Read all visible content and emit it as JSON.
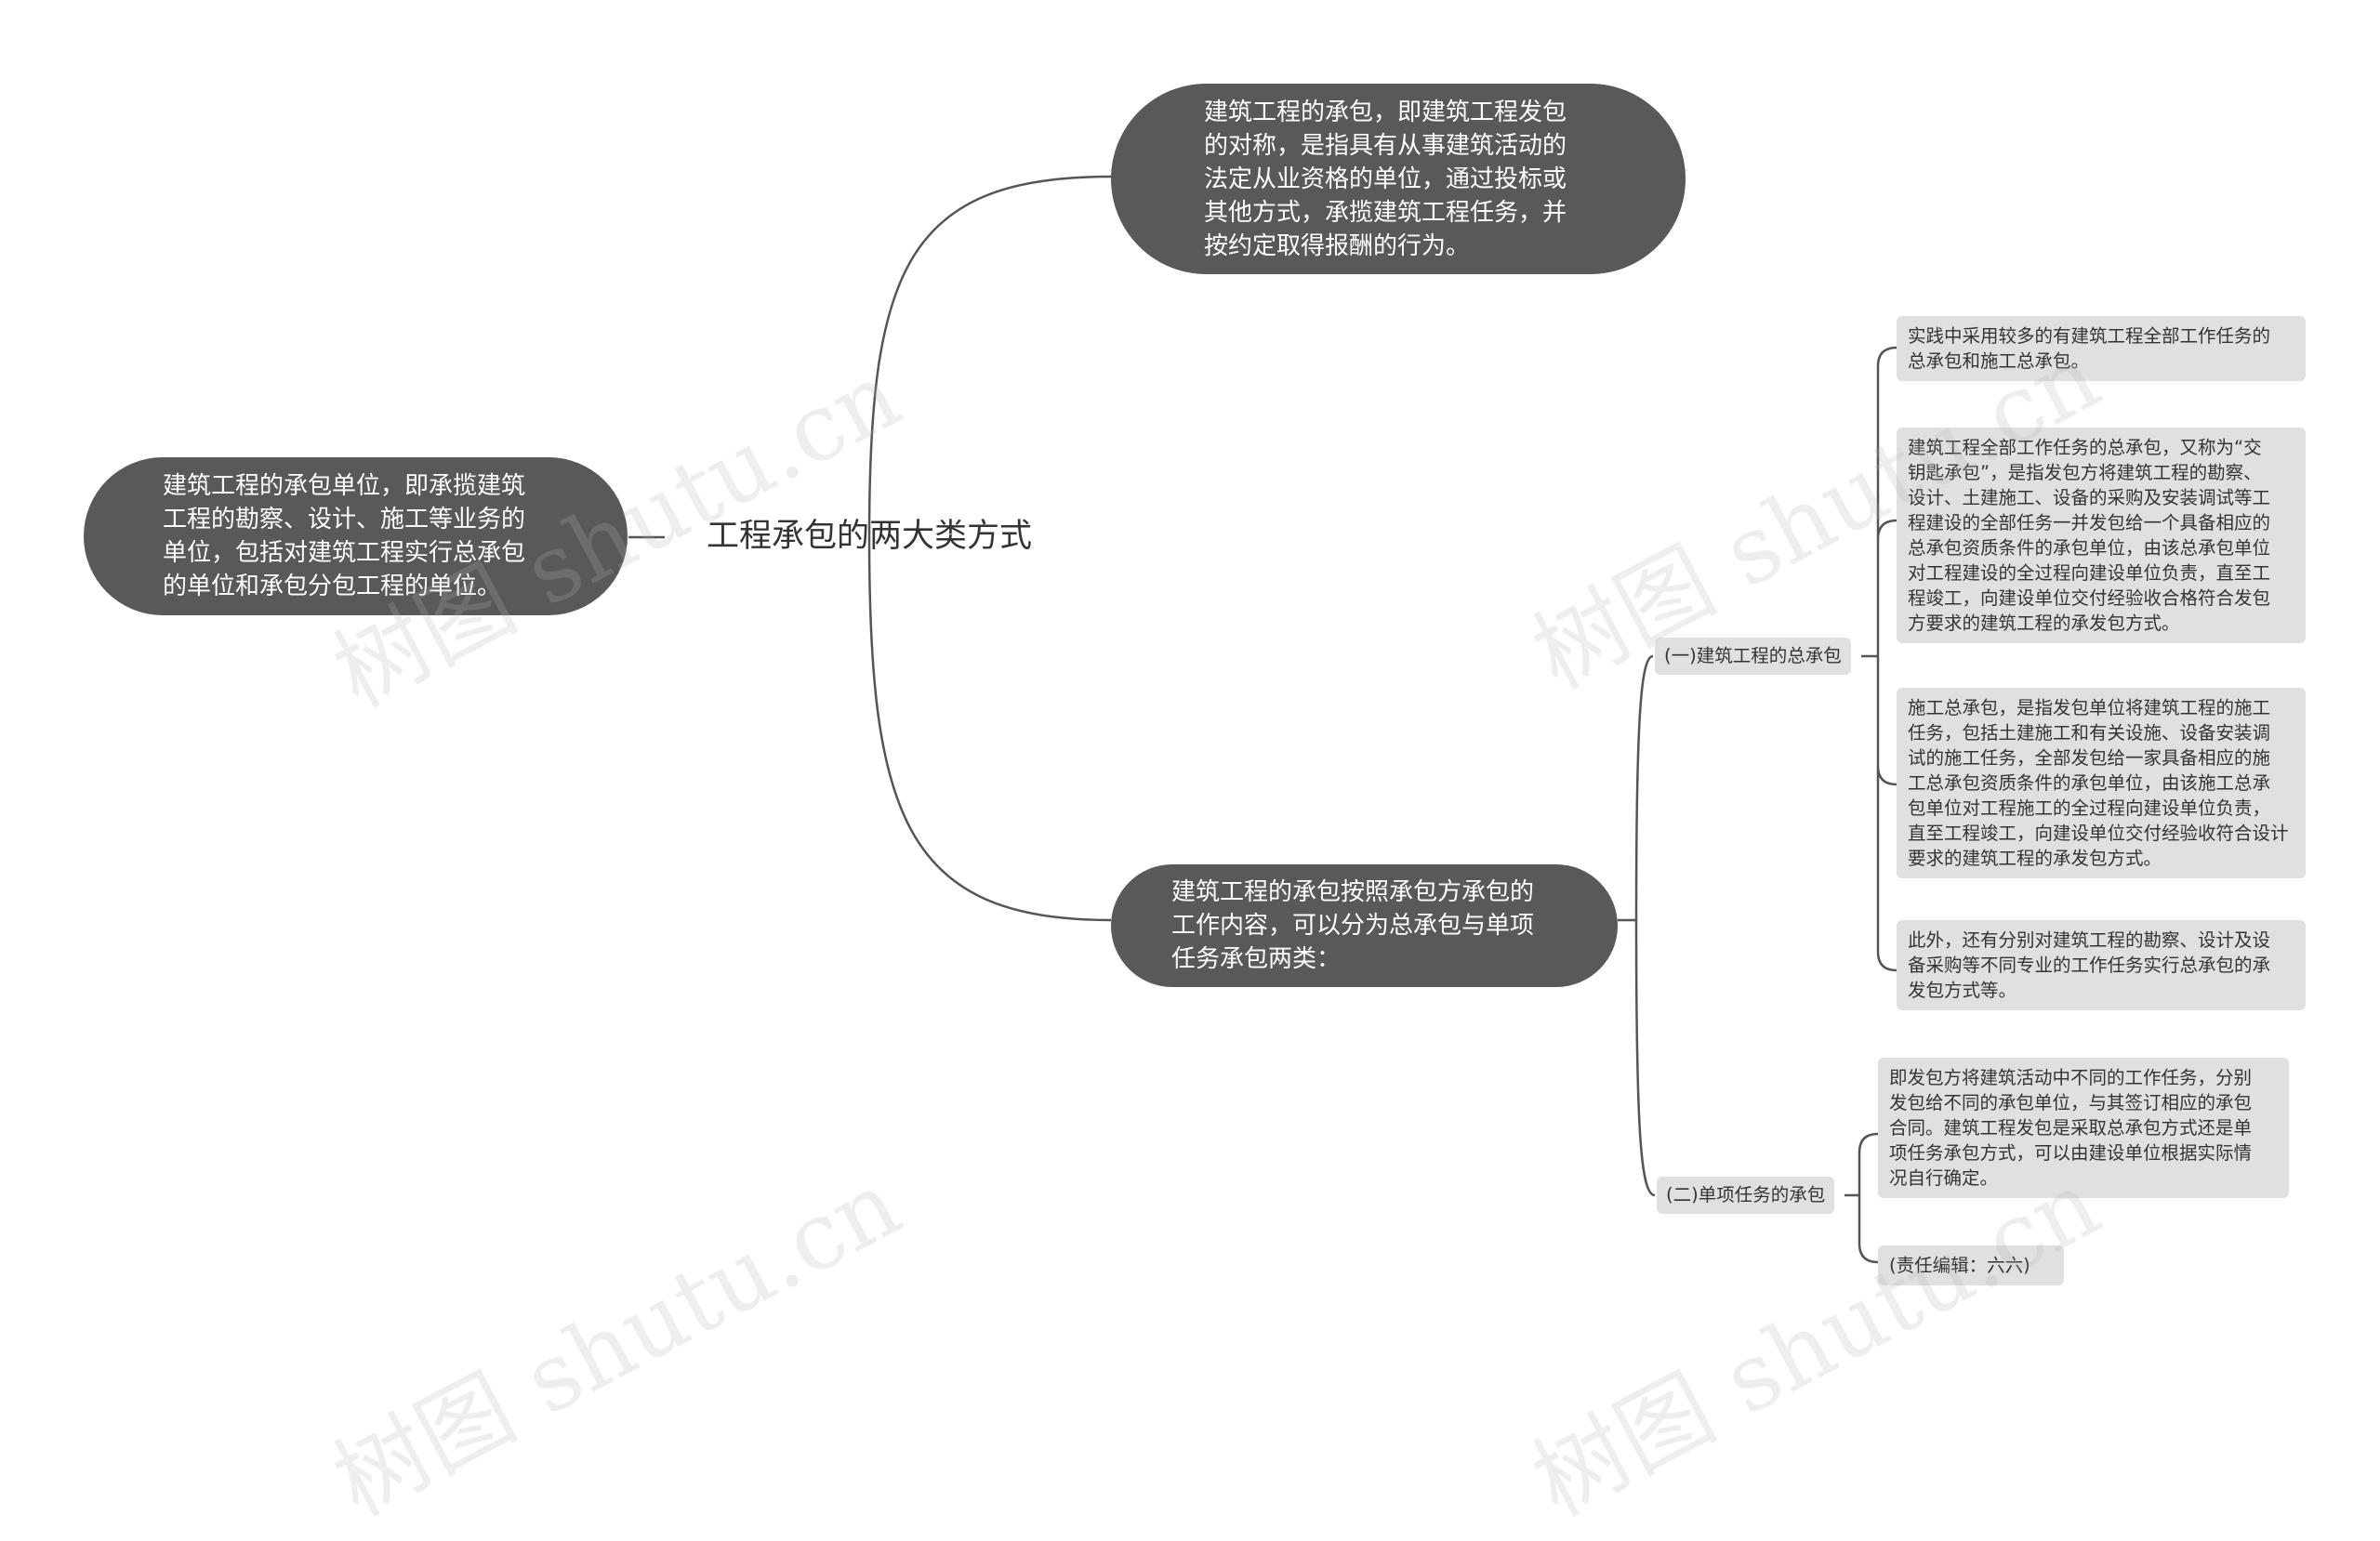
{
  "root": {
    "label": "工程承包的两大类方式"
  },
  "left": {
    "text": "建筑工程的承包单位，即承揽建筑\n工程的勘察、设计、施工等业务的\n单位，包括对建筑工程实行总承包\n的单位和承包分包工程的单位。"
  },
  "top_right": {
    "text": "建筑工程的承包，即建筑工程发包\n的对称，是指具有从事建筑活动的\n法定从业资格的单位，通过投标或\n其他方式，承揽建筑工程任务，并\n按约定取得报酬的行为。"
  },
  "bottom_right": {
    "text": "建筑工程的承包按照承包方承包的\n工作内容，可以分为总承包与单项\n任务承包两类："
  },
  "general": {
    "label": "(一)建筑工程的总承包",
    "items": [
      "实践中采用较多的有建筑工程全部工作任务的\n总承包和施工总承包。",
      "建筑工程全部工作任务的总承包，又称为“交\n钥匙承包”，是指发包方将建筑工程的勘察、\n设计、土建施工、设备的采购及安装调试等工\n程建设的全部任务一并发包给一个具备相应的\n总承包资质条件的承包单位，由该总承包单位\n对工程建设的全过程向建设单位负责，直至工\n程竣工，向建设单位交付经验收合格符合发包\n方要求的建筑工程的承发包方式。",
      "施工总承包，是指发包单位将建筑工程的施工\n任务，包括土建施工和有关设施、设备安装调\n试的施工任务，全部发包给一家具备相应的施\n工总承包资质条件的承包单位，由该施工总承\n包单位对工程施工的全过程向建设单位负责，\n直至工程竣工，向建设单位交付经验收符合设计\n要求的建筑工程的承发包方式。",
      "此外，还有分别对建筑工程的勘察、设计及设\n备采购等不同专业的工作任务实行总承包的承\n发包方式等。"
    ]
  },
  "single": {
    "label": "(二)单项任务的承包",
    "items": [
      "即发包方将建筑活动中不同的工作任务，分别\n发包给不同的承包单位，与其签订相应的承包\n合同。建筑工程发包是采取总承包方式还是单\n项任务承包方式，可以由建设单位根据实际情\n况自行确定。",
      "(责任编辑：六六)"
    ]
  },
  "watermark": "树图 shutu.cn",
  "colors": {
    "node_dark": "#595959",
    "leaf_bg": "#e0e0e0",
    "edge": "#555555",
    "text": "#333333"
  }
}
